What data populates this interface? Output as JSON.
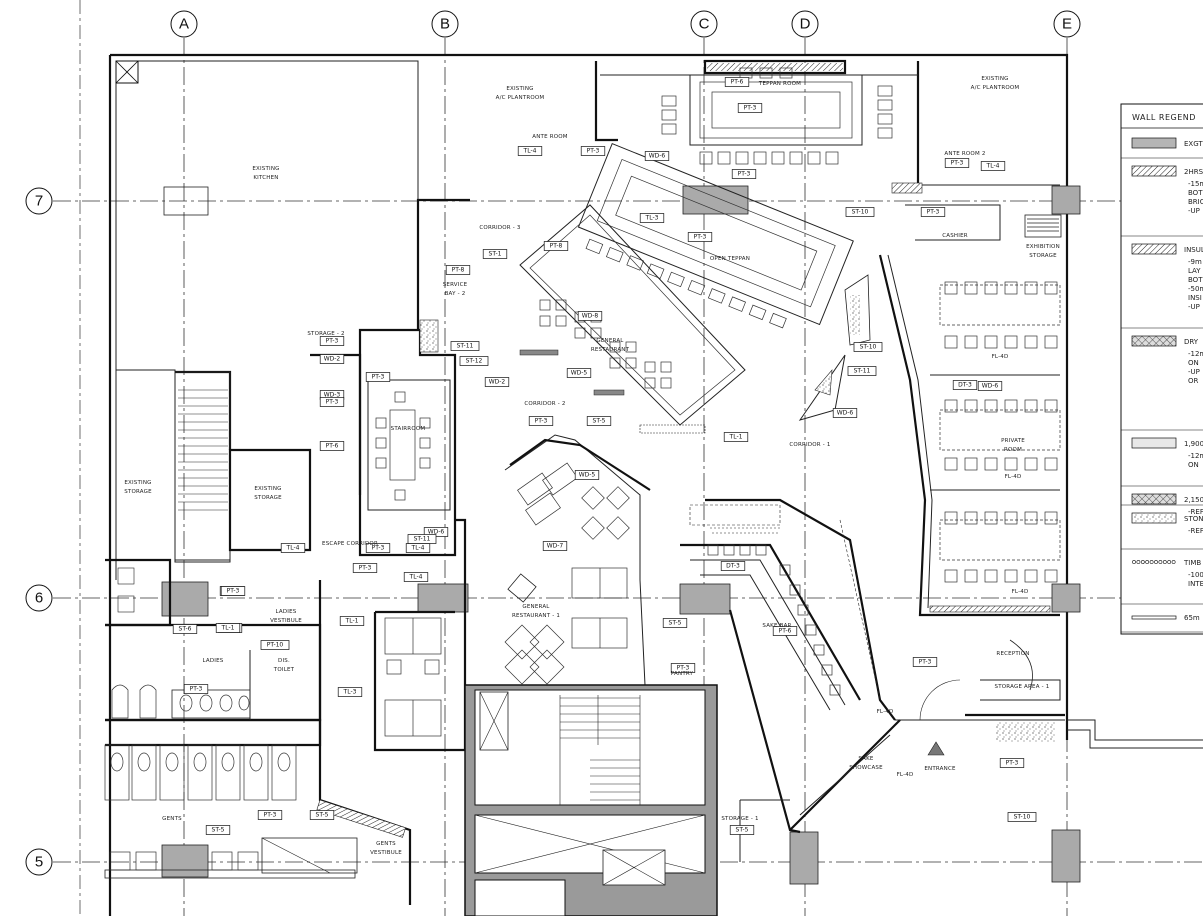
{
  "grid": {
    "columns": [
      "A",
      "B",
      "C",
      "D",
      "E"
    ],
    "rows": [
      "7",
      "6",
      "5"
    ]
  },
  "rooms": [
    {
      "id": "existing-kitchen",
      "lines": [
        "EXISTING",
        "KITCHEN"
      ]
    },
    {
      "id": "existing-ac-plantroom-left",
      "lines": [
        "EXISTING",
        "A/C PLANTROOM"
      ]
    },
    {
      "id": "existing-ac-plantroom-right",
      "lines": [
        "EXISTING",
        "A/C PLANTROOM"
      ]
    },
    {
      "id": "teppan-room",
      "lines": [
        "TEPPAN ROOM"
      ]
    },
    {
      "id": "ante-room",
      "lines": [
        "ANTE ROOM"
      ]
    },
    {
      "id": "ante-room-2",
      "lines": [
        "ANTE ROOM 2"
      ]
    },
    {
      "id": "corridor-3",
      "lines": [
        "CORRIDOR - 3"
      ]
    },
    {
      "id": "service-bay",
      "lines": [
        "SERVICE",
        "BAY - 2"
      ]
    },
    {
      "id": "open-teppan",
      "lines": [
        "OPEN TEPPAN"
      ]
    },
    {
      "id": "general-restaurant-2",
      "lines": [
        "GENERAL",
        "RESTAURANT"
      ]
    },
    {
      "id": "cashier",
      "lines": [
        "CASHIER"
      ]
    },
    {
      "id": "exhibition-storage",
      "lines": [
        "EXHIBITION",
        "STORAGE"
      ]
    },
    {
      "id": "storage-2",
      "lines": [
        "STORAGE - 2"
      ]
    },
    {
      "id": "corridor-2",
      "lines": [
        "CORRIDOR - 2"
      ]
    },
    {
      "id": "stairroom",
      "lines": [
        "STAIRROOM"
      ]
    },
    {
      "id": "corridor-1",
      "lines": [
        "CORRIDOR - 1"
      ]
    },
    {
      "id": "private-room",
      "lines": [
        "PRIVATE",
        "ROOM"
      ]
    },
    {
      "id": "existing-storage-1",
      "lines": [
        "EXISTING",
        "STORAGE"
      ]
    },
    {
      "id": "existing-storage-2",
      "lines": [
        "EXISTING",
        "STORAGE"
      ]
    },
    {
      "id": "escape-corridor",
      "lines": [
        "ESCAPE CORRIDOR"
      ]
    },
    {
      "id": "sake-bar",
      "lines": [
        "SAKE BAR"
      ]
    },
    {
      "id": "ladies-vestibule",
      "lines": [
        "LADIES",
        "VESTIBULE"
      ]
    },
    {
      "id": "ladies",
      "lines": [
        "LADIES"
      ]
    },
    {
      "id": "dis-toilet",
      "lines": [
        "DIS.",
        "TOILET"
      ]
    },
    {
      "id": "general-restaurant-1",
      "lines": [
        "GENERAL",
        "RESTAURANT - 1"
      ]
    },
    {
      "id": "pantry",
      "lines": [
        "PANTRY"
      ]
    },
    {
      "id": "reception",
      "lines": [
        "RECEPTION"
      ]
    },
    {
      "id": "storage-area",
      "lines": [
        "STORAGE AREA - 1"
      ]
    },
    {
      "id": "sake-showcase",
      "lines": [
        "SAKE",
        "SHOWCASE"
      ]
    },
    {
      "id": "entrance",
      "lines": [
        "ENTRANCE"
      ]
    },
    {
      "id": "gents",
      "lines": [
        "GENTS"
      ]
    },
    {
      "id": "gents-vestibule",
      "lines": [
        "GENTS",
        "VESTIBULE"
      ]
    },
    {
      "id": "storage-1",
      "lines": [
        "STORAGE - 1"
      ]
    }
  ],
  "tags": [
    "PT-3",
    "TL-4",
    "WD-6",
    "PT-3",
    "TL-4",
    "PT-3",
    "PT-6",
    "PT-3",
    "TL-3",
    "PT-3",
    "ST-10",
    "PT-8",
    "PT-8",
    "ST-1",
    "WD-8",
    "WD-5",
    "WD-2",
    "PT-3",
    "ST-11",
    "ST-12",
    "PT-3",
    "WD-2",
    "WD-6",
    "PT-3",
    "WD-3",
    "PT-3",
    "PT-6",
    "ST-5",
    "ST-11",
    "TL-1",
    "PT-3",
    "DT-3",
    "WD-5",
    "WD-7",
    "ST-10",
    "WD-6",
    "TL-4",
    "PT-3",
    "ST-11",
    "PT-3",
    "TL-4",
    "PT-3",
    "PT-6",
    "TL-4",
    "PT-3",
    "ST-6",
    "TL-3",
    "PT-3",
    "TL-1",
    "PT-10",
    "TL-1",
    "PT-3",
    "ST-5",
    "ST-5",
    "ST-5",
    "PT-3",
    "ST-5",
    "DT-3",
    "PT-6",
    "WD-6",
    "PT-3",
    "ST-10",
    "PT-3"
  ],
  "floor_codes": [
    "FL-4D",
    "FL-4D",
    "FL-4D",
    "FL-4D",
    "FL-4D"
  ],
  "legend": {
    "title": "WALL REGEND",
    "items": [
      {
        "label": "EXGTI",
        "lines": []
      },
      {
        "label": "2HRS",
        "lines": [
          "-15m",
          "BOT",
          "BRIC",
          "-UP"
        ]
      },
      {
        "label": "INSUL",
        "lines": [
          "-9m",
          "LAY",
          "BOT",
          "-50m",
          "INSI",
          "-UP"
        ]
      },
      {
        "label": "DRY",
        "lines": [
          "-12m",
          "ON",
          "-UP",
          "OR"
        ]
      },
      {
        "label": "1,900",
        "lines": [
          "-12m",
          "ON"
        ]
      },
      {
        "label": "2,150",
        "lines": [
          "-REF"
        ]
      },
      {
        "label": "STON",
        "lines": [
          "-REF"
        ]
      },
      {
        "label": "TIMB",
        "lines": [
          "-100",
          "INTE"
        ]
      },
      {
        "label": "65m",
        "lines": []
      }
    ]
  }
}
